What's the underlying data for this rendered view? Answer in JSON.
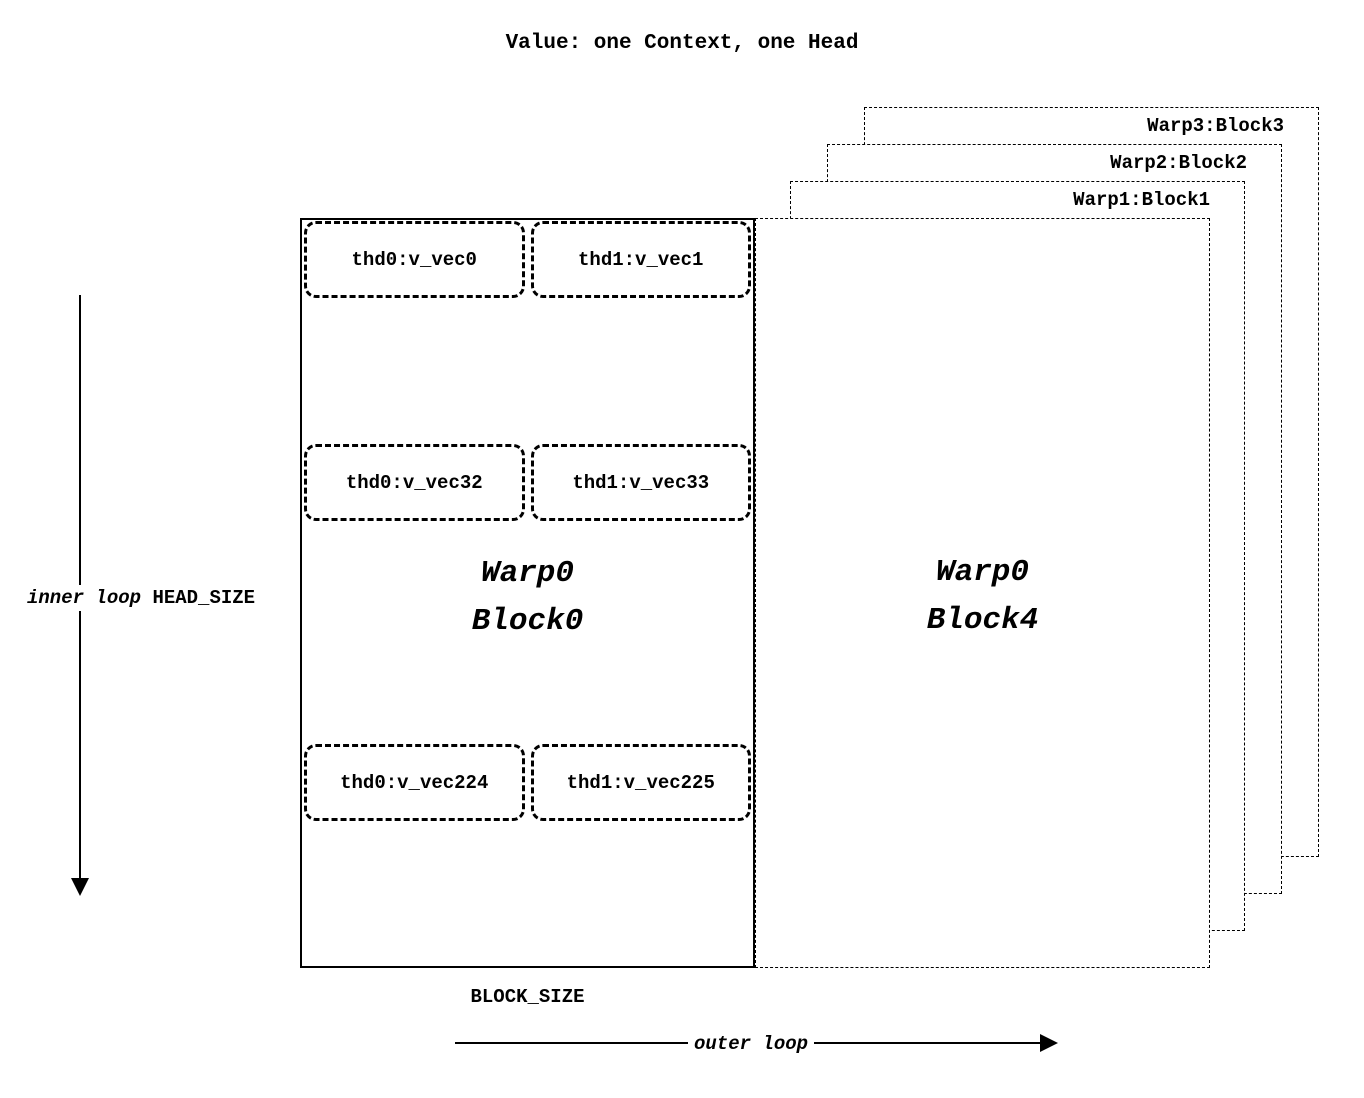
{
  "title": "Value: one Context, one Head",
  "main_block": {
    "label_line1": "Warp0",
    "label_line2": "Block0",
    "rows": [
      {
        "cells": [
          {
            "label": "thd0:v_vec0"
          },
          {
            "label": "thd1:v_vec1"
          }
        ]
      },
      {
        "cells": [
          {
            "label": "thd0:v_vec32"
          },
          {
            "label": "thd1:v_vec33"
          }
        ]
      },
      {
        "cells": [
          {
            "label": "thd0:v_vec224"
          },
          {
            "label": "thd1:v_vec225"
          }
        ]
      }
    ]
  },
  "back_block": {
    "label_line1": "Warp0",
    "label_line2": "Block4"
  },
  "stacked_blocks": [
    {
      "label": "Warp1:Block1"
    },
    {
      "label": "Warp2:Block2"
    },
    {
      "label": "Warp3:Block3"
    }
  ],
  "axes": {
    "inner_loop_label": "inner loop",
    "inner_loop_dim": "HEAD_SIZE",
    "block_size_label": "BLOCK_SIZE",
    "outer_loop_label": "outer loop"
  },
  "colors": {
    "foreground": "#000000",
    "background": "#ffffff"
  }
}
